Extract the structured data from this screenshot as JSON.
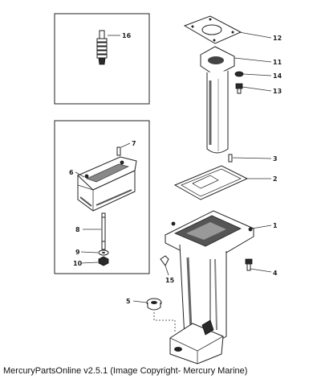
{
  "diagram": {
    "callouts": [
      "1",
      "2",
      "3",
      "4",
      "5",
      "6",
      "7",
      "8",
      "9",
      "10",
      "11",
      "12",
      "13",
      "14",
      "15",
      "16"
    ]
  },
  "footer": {
    "text": "MercuryPartsOnline v2.5.1 (Image Copyright- Mercury Marine)"
  }
}
